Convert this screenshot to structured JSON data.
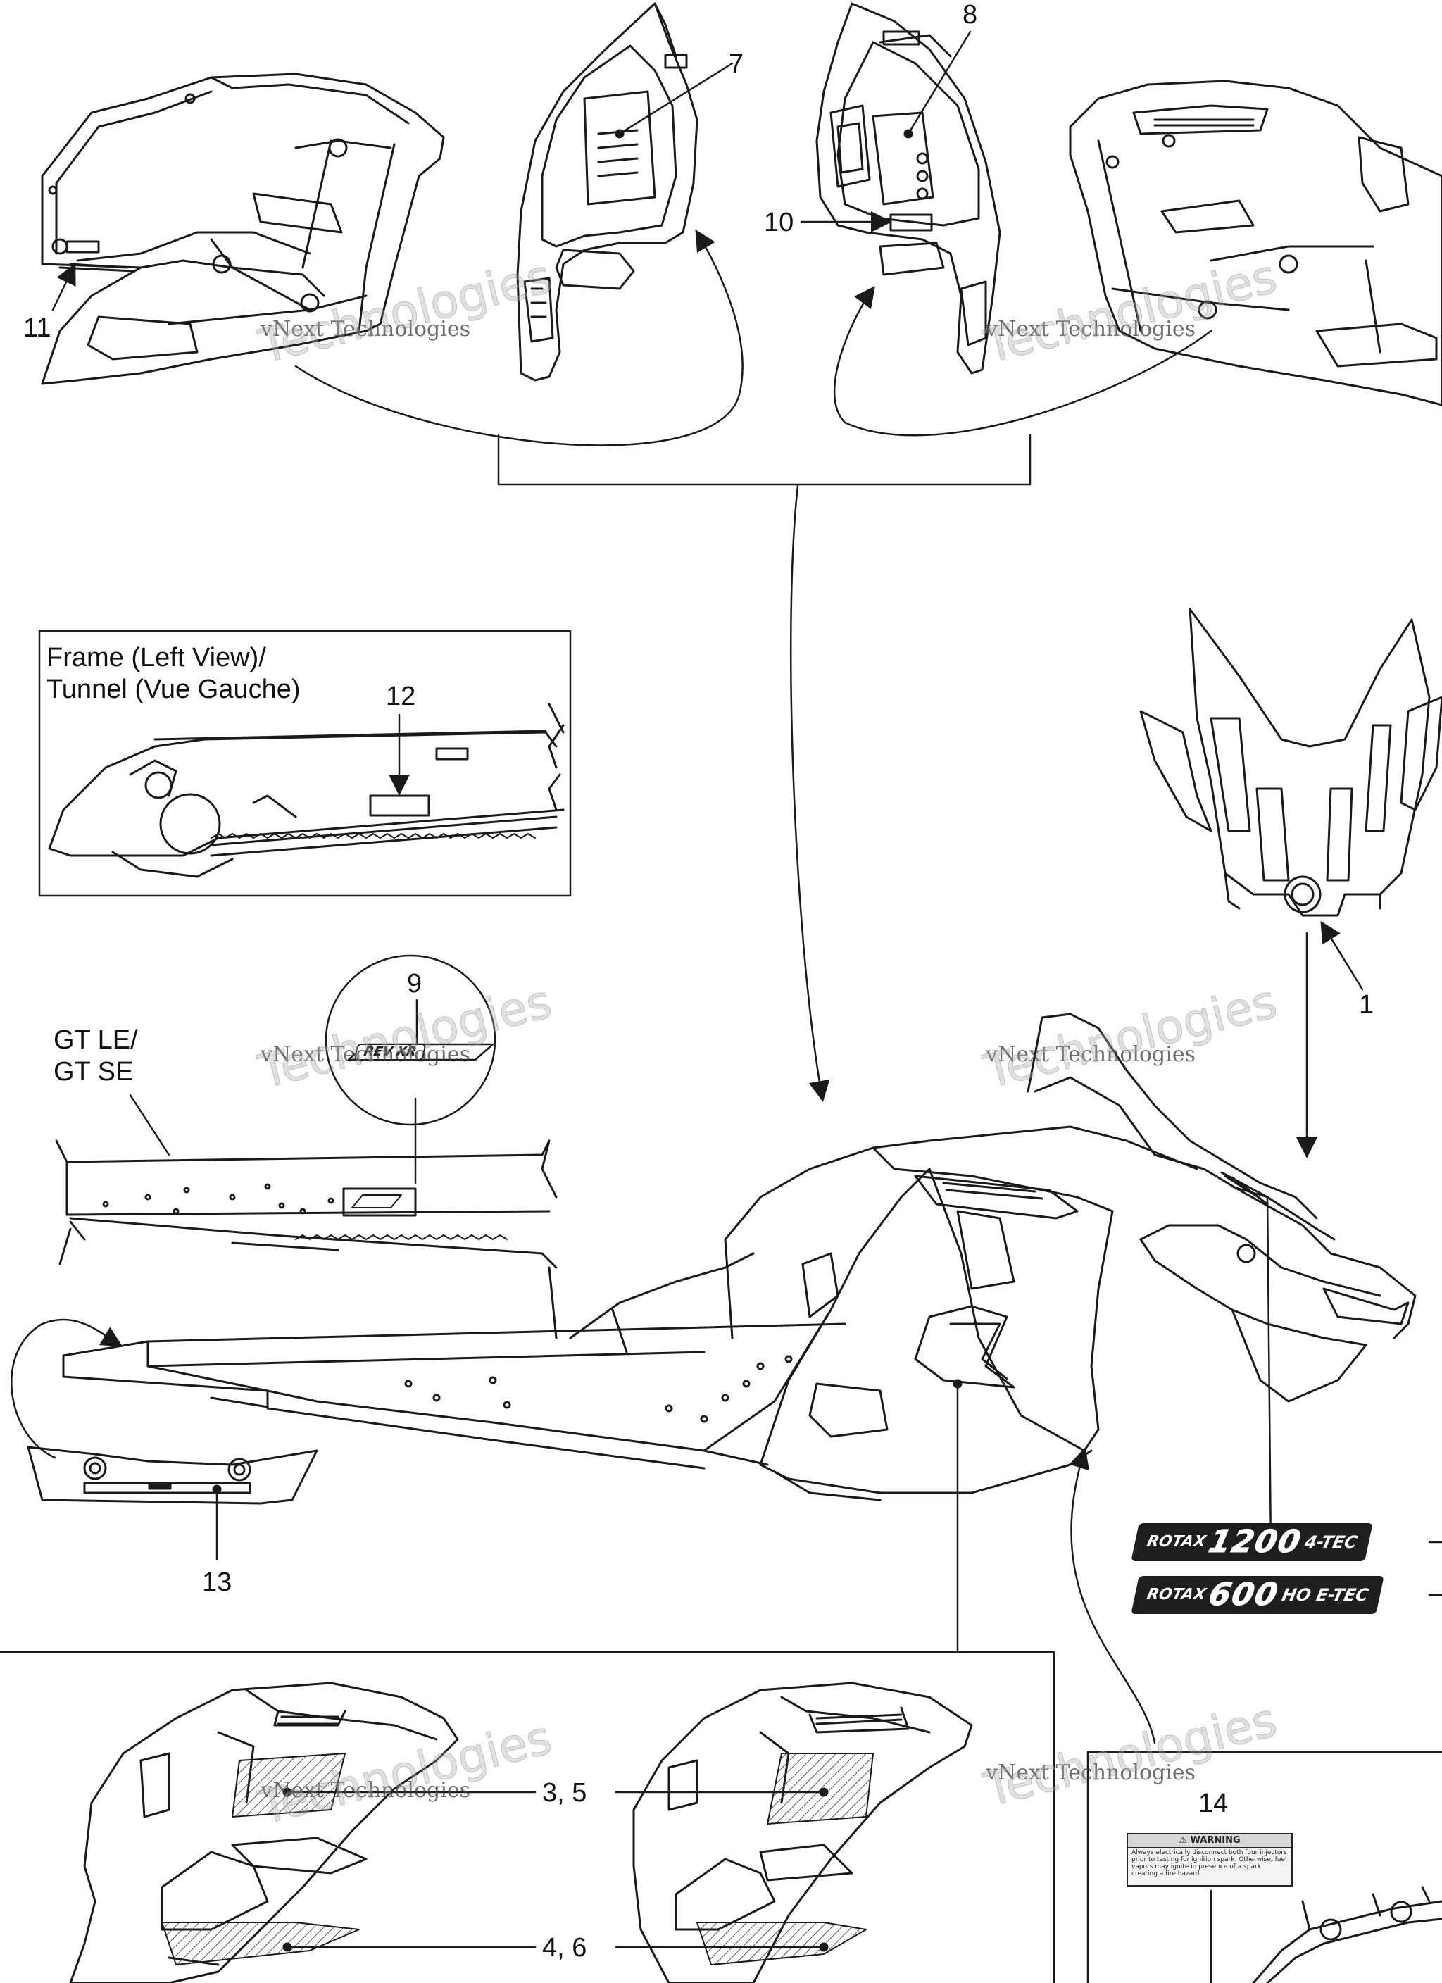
{
  "callouts": {
    "c1": "1",
    "c3_5": "3, 5",
    "c4_6": "4, 6",
    "c7": "7",
    "c8": "8",
    "c9": "9",
    "c10": "10",
    "c11": "11",
    "c12": "12",
    "c13": "13",
    "c14": "14"
  },
  "frame_box": {
    "title_line1": "Frame (Left View)/",
    "title_line2": "Tunnel (Vue Gauche)"
  },
  "model_label": {
    "line1": "GT LE/",
    "line2": "GT SE"
  },
  "decal_9": "REV XR",
  "engine_decals": [
    {
      "prefix": "ROTAX",
      "number": "1200",
      "suffix": "4-TEC"
    },
    {
      "prefix": "ROTAX",
      "number": "600",
      "suffix": "HO E-TEC"
    }
  ],
  "warning_label": {
    "heading": "⚠ WARNING",
    "body": "Always electrically disconnect both four injectors prior to testing for ignition spark. Otherwise, fuel vapors may ignite in presence of a spark creating a fire hazard."
  },
  "watermark": {
    "small": "vNext Technologies",
    "big": "Technologies"
  },
  "colors": {
    "line": "#1a1a1a",
    "background": "#ffffff",
    "watermark": "#aaaaaa"
  }
}
